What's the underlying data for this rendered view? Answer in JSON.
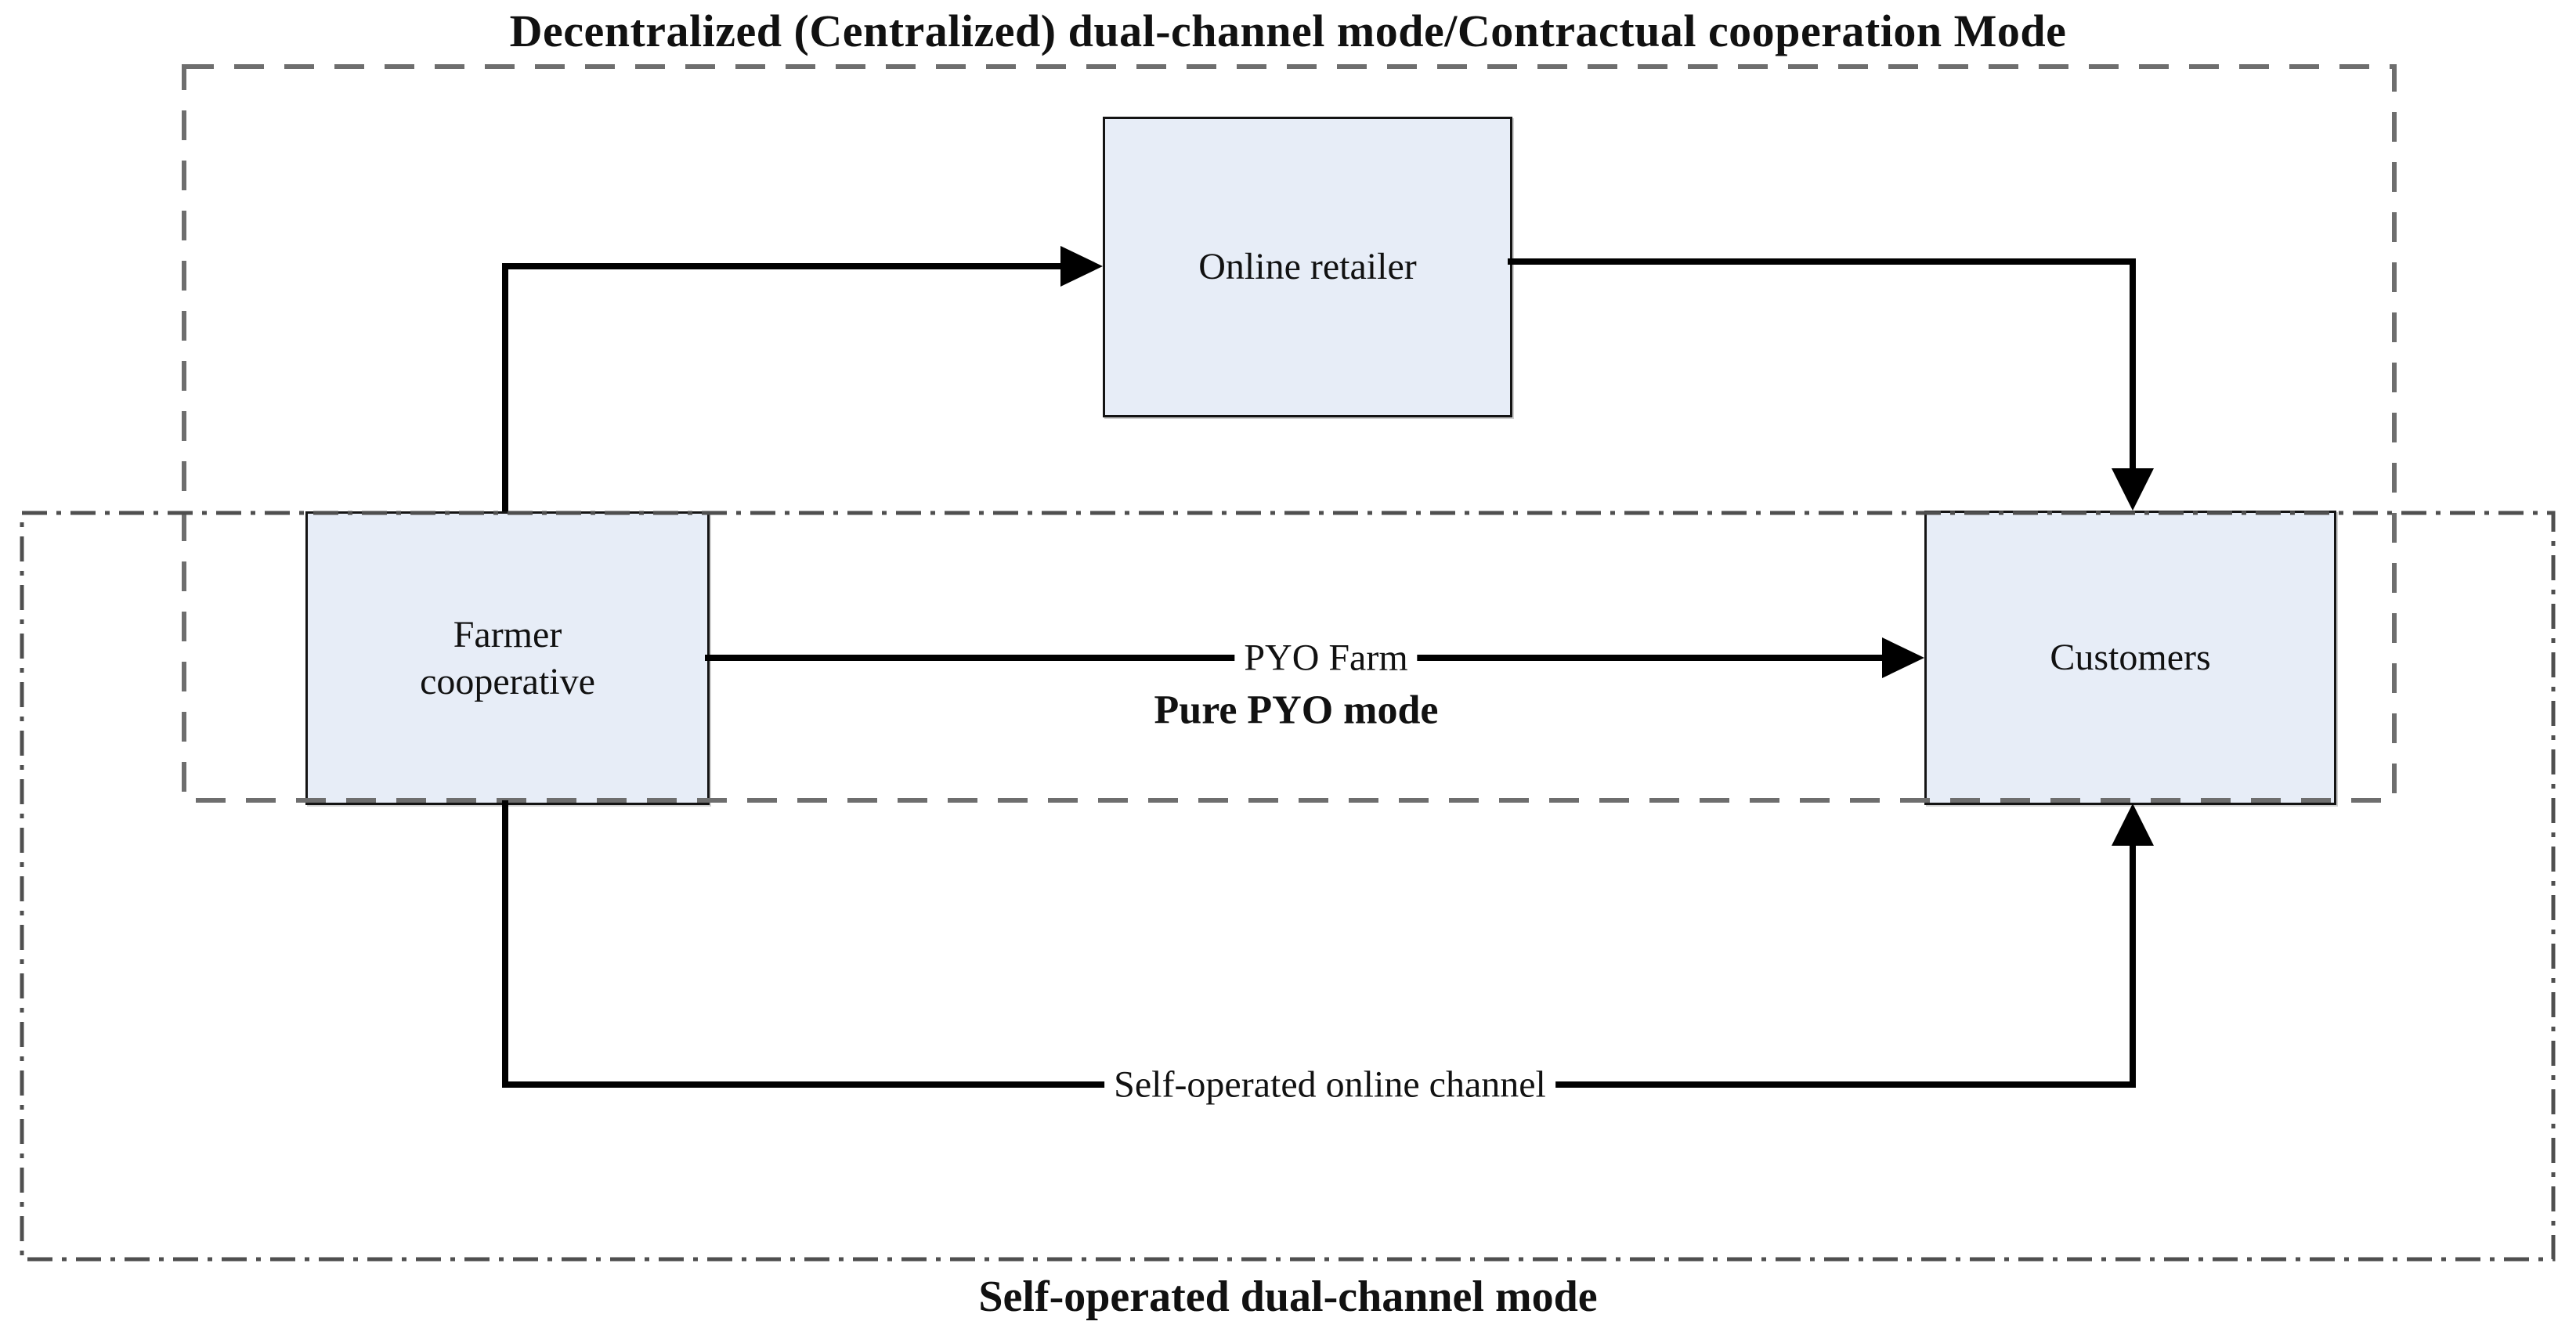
{
  "regions": {
    "dual_channel": {
      "label": "Decentralized (Centralized) dual-channel mode/Contractual cooperation Mode",
      "border_style": "dashed"
    },
    "self_operated": {
      "label": "Self-operated dual-channel mode",
      "border_style": "dash-dot"
    }
  },
  "nodes": {
    "online_retailer": "Online retailer",
    "farmer_cooperative": "Farmer cooperative",
    "customers": "Customers"
  },
  "edges": {
    "pyo": {
      "label_on_line": "PYO Farm",
      "label_below": "Pure PYO mode"
    },
    "self_operated_channel": {
      "label_on_line": "Self-operated online channel"
    }
  },
  "colors": {
    "node_fill": "#e7edf7",
    "node_border": "#141414",
    "arrow": "#000000",
    "dashed_region_border": "#6e6e6e",
    "dashdot_region_border": "#4f4f4f",
    "background": "#ffffff"
  }
}
